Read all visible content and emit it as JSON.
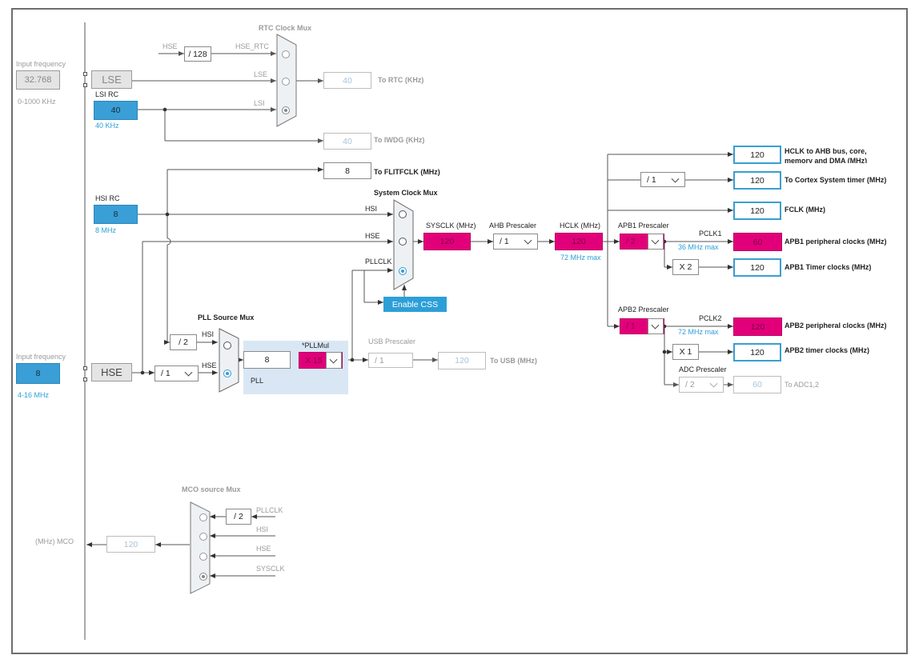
{
  "rtc": {
    "title": "RTC Clock Mux",
    "hse_label": "HSE",
    "hse_div": "/ 128",
    "hse_rtc_label": "HSE_RTC",
    "lse_in_label": "LSE",
    "lsi_in_label": "LSI",
    "rtc_value": "40",
    "rtc_label": "To RTC (KHz)",
    "iwdg_value": "40",
    "iwdg_label": "To IWDG (KHz)"
  },
  "lse": {
    "input_label": "Input frequency",
    "input_value": "32.768",
    "range": "0-1000 KHz",
    "name": "LSE"
  },
  "lsi": {
    "name": "LSI RC",
    "value": "40",
    "freq": "40 KHz"
  },
  "hsi": {
    "name": "HSI RC",
    "value": "8",
    "freq": "8 MHz"
  },
  "flit": {
    "value": "8",
    "label": "To FLITFCLK (MHz)"
  },
  "sysmux": {
    "title": "System Clock Mux",
    "hsi": "HSI",
    "hse": "HSE",
    "pllclk": "PLLCLK"
  },
  "sysclk": {
    "label": "SYSCLK (MHz)",
    "value": "120"
  },
  "ahb": {
    "label": "AHB Prescaler",
    "value": "/ 1"
  },
  "hclk": {
    "label": "HCLK (MHz)",
    "value": "120",
    "max": "72 MHz max"
  },
  "css": {
    "label": "Enable CSS"
  },
  "outputs": {
    "hclk_ahb_value": "120",
    "hclk_ahb_label": "HCLK to AHB bus, core,",
    "hclk_ahb_label2": "memory and DMA (MHz)",
    "cortex_div": "/ 1",
    "cortex_value": "120",
    "cortex_label": "To Cortex System timer (MHz)",
    "fclk_value": "120",
    "fclk_label": "FCLK (MHz)"
  },
  "apb1": {
    "label": "APB1 Prescaler",
    "value": "/ 2",
    "pclk": "PCLK1",
    "max": "36 MHz max",
    "periph_value": "60",
    "periph_label": "APB1 peripheral clocks (MHz)",
    "timer_mul": "X 2",
    "timer_value": "120",
    "timer_label": "APB1 Timer clocks (MHz)"
  },
  "apb2": {
    "label": "APB2 Prescaler",
    "value": "/ 1",
    "pclk": "PCLK2",
    "max": "72 MHz max",
    "periph_value": "120",
    "periph_label": "APB2 peripheral clocks (MHz)",
    "timer_mul": "X 1",
    "timer_value": "120",
    "timer_label": "APB2 timer clocks (MHz)"
  },
  "adc": {
    "label": "ADC Prescaler",
    "value": "/ 2",
    "out_value": "60",
    "out_label": "To ADC1,2"
  },
  "pll": {
    "source_title": "PLL Source Mux",
    "hsi_div": "/ 2",
    "hsi": "HSI",
    "hse": "HSE",
    "in_value": "8",
    "mul_label": "*PLLMul",
    "mul_value": "X 15",
    "name": "PLL"
  },
  "usb": {
    "label": "USB Prescaler",
    "value": "/ 1",
    "out_value": "120",
    "out_label": "To USB (MHz)"
  },
  "hse": {
    "input_label": "Input frequency",
    "input_value": "8",
    "range": "4-16 MHz",
    "name": "HSE",
    "div": "/ 1"
  },
  "mco": {
    "title": "MCO source Mux",
    "div": "/ 2",
    "pllclk": "PLLCLK",
    "hsi": "HSI",
    "hse": "HSE",
    "sysclk": "SYSCLK",
    "value": "120",
    "label": "(MHz) MCO"
  }
}
